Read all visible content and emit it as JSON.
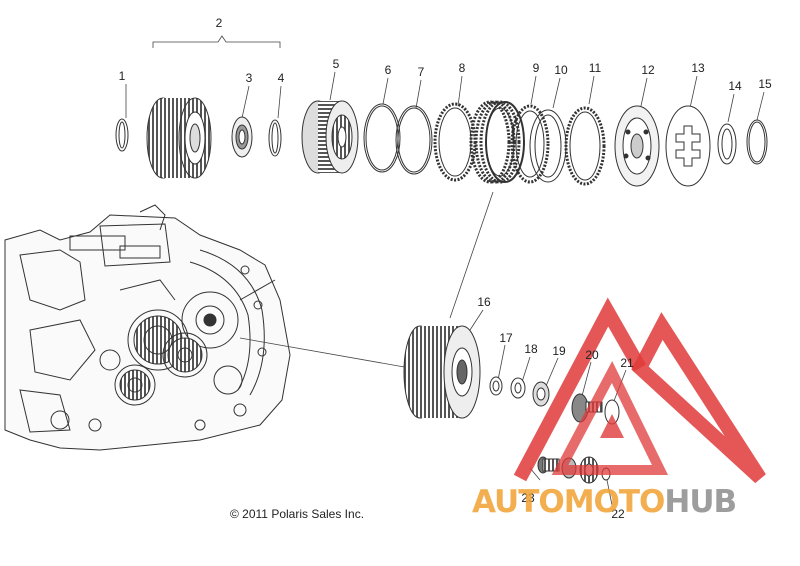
{
  "diagram": {
    "part_labels": [
      "1",
      "2",
      "3",
      "4",
      "5",
      "6",
      "7",
      "8",
      "9",
      "10",
      "11",
      "12",
      "13",
      "14",
      "15",
      "16",
      "17",
      "18",
      "19",
      "20",
      "21",
      "22",
      "23"
    ],
    "copyright": "© 2011 Polaris Sales Inc."
  },
  "watermark": {
    "brand_part1": "AUTOMOTO",
    "brand_part2": "HUB",
    "colors": {
      "red": "#e03a3a",
      "orange": "#f0a030",
      "gray": "#8c8c8c"
    }
  }
}
